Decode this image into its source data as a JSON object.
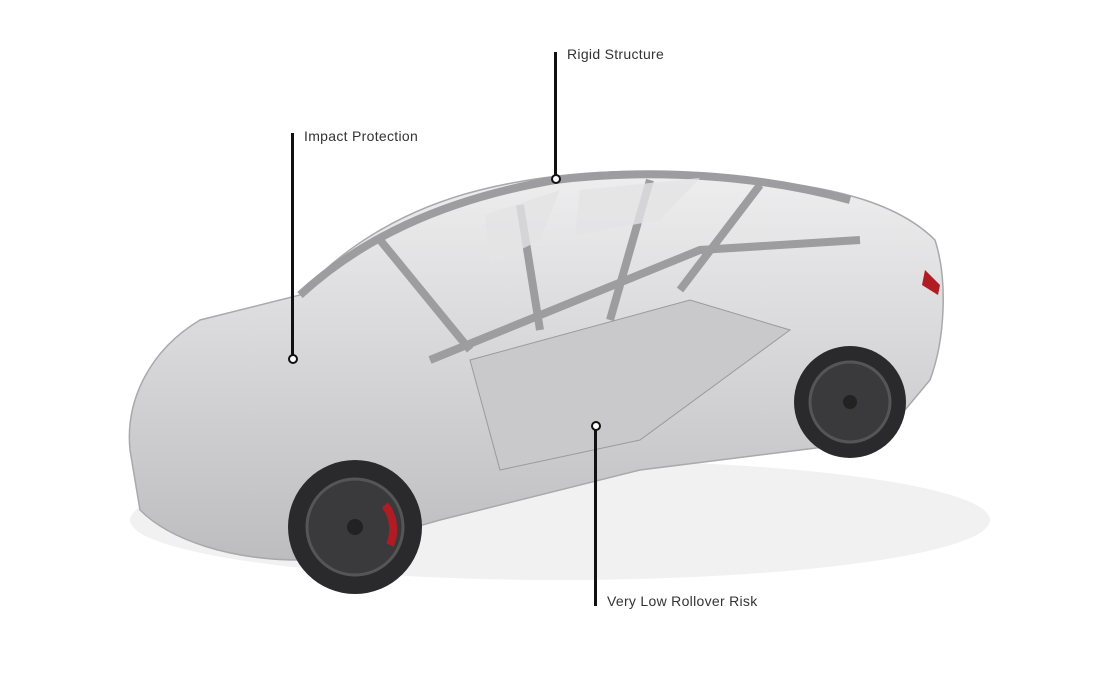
{
  "callouts": [
    {
      "id": "rigid-structure",
      "label": "Rigid Structure"
    },
    {
      "id": "impact-protection",
      "label": "Impact Protection"
    },
    {
      "id": "very-low-rollover-risk",
      "label": "Very Low Rollover Risk"
    }
  ],
  "colors": {
    "line": "#111111",
    "body": "#d8d8da",
    "tire": "#2a2a2c",
    "caliper": "#b01c24"
  }
}
